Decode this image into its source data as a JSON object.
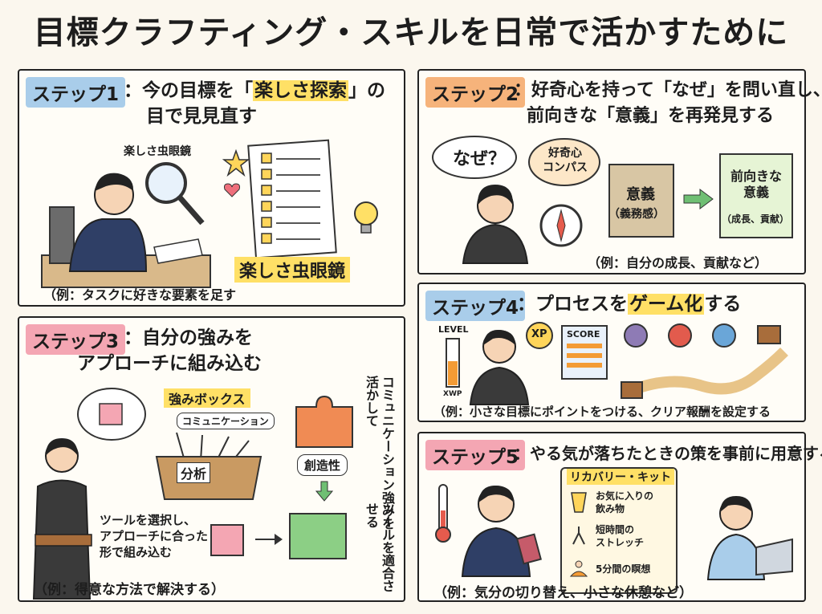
{
  "title": "目標クラフティング・スキルを日常で活かすために",
  "colors": {
    "blue_badge": "#a9cdea",
    "orange_badge": "#f6b37b",
    "pink_badge": "#f4a6b3",
    "highlight": "#ffe066",
    "green": "#6fbf73"
  },
  "step1": {
    "badge": "ステップ1",
    "head_line1_a": "：今の目標を「",
    "head_line1_hl": "楽しさ探索",
    "head_line1_b": "」の",
    "head_line2": "目で見見直す",
    "magnifier_label": "楽しさ虫眼鏡",
    "big_label": "楽しさ虫眼鏡",
    "example": "（例：タスクに好きな要素を足す"
  },
  "step2": {
    "badge": "ステップ2",
    "head_line1": "：好奇心を持って「なぜ」を問い直し、",
    "head_line2": "前向きな「意義」を再発見する",
    "bubble": "なぜ？",
    "compass_label": "好奇心\nコンパス",
    "scroll1_title": "意義",
    "scroll1_sub": "（義務感）",
    "scroll2_title": "前向きな\n意義",
    "scroll2_sub": "（成長、貢献）",
    "example": "（例：自分の成長、貢献など）"
  },
  "step3": {
    "badge": "ステップ3",
    "head_line1": "：自分の強みを",
    "head_line2": "アプローチに組み込む",
    "box_label": "強みボックス",
    "tag_comm": "コミュニケーション",
    "box_front": "分析",
    "puzzle_label": "創造性",
    "vert1": "コミュニケーション強みを活かして",
    "vert2": "ツールを適合させる",
    "tool_text": "ツールを選択し、\nアプローチに合った\n形で組み込む",
    "example": "（例：得意な方法で解決する）"
  },
  "step4": {
    "badge": "ステップ4",
    "head": "：プロセスを",
    "head_hl": "ゲーム化",
    "head_tail": "する",
    "level": "LEVEL",
    "xp": "XP",
    "xp_small": "XWP",
    "score": "SCORE",
    "example": "（例：小さな目標にポイントをつける、クリア報酬を設定する"
  },
  "step5": {
    "badge": "ステップ5",
    "head": "：やる気が落ちたときの策を事前に用意する",
    "kit_title": "リカバリー・キット",
    "kit_items": [
      "お気に入りの\n飲み物",
      "短時間の\nストレッチ",
      "5分間の瞑想"
    ],
    "example": "（例：気分の切り替え、小さな休憩など）"
  }
}
